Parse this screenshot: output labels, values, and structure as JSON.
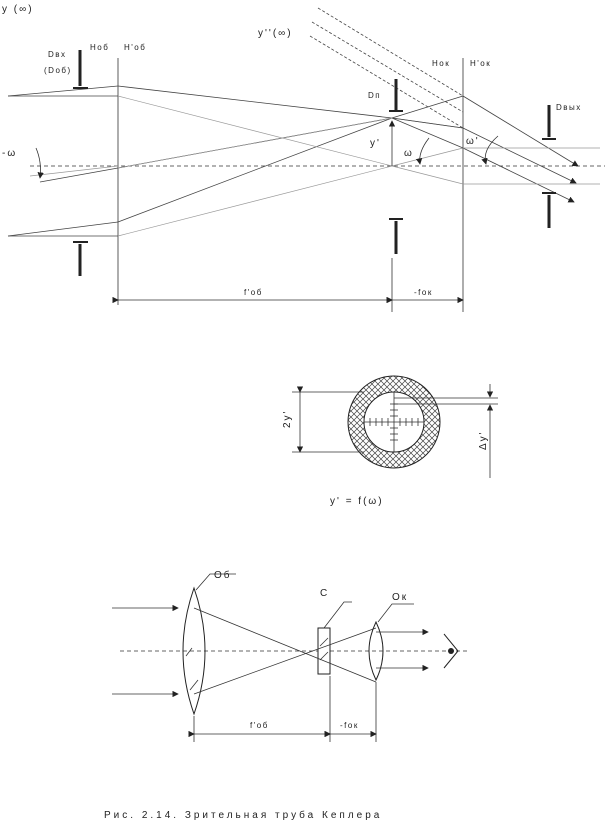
{
  "labels": {
    "y_inf": "y (∞)",
    "yprime_inf": "y''(∞)",
    "d_vkh": "Dвх",
    "d_vkh_paren": "(Dоб)",
    "h_ob": "Hоб",
    "hprime_ob": "H'об",
    "h_ok": "Hок",
    "hprime_ok": "H'ок",
    "d_p": "Dп",
    "d_vykh": "Dвых",
    "y_prime": "y'",
    "neg_omega": "-ω",
    "omega": "ω",
    "omega_prime": "ω'",
    "f_ob": "f'об",
    "neg_f_ok": "-fок",
    "two_y_prime": "2y'",
    "delta_y_prime": "Δy'",
    "scale_formula": "y' = f(ω)",
    "ob": "Об",
    "s": "С",
    "ok": "Ок",
    "f_ob_bottom": "f'об",
    "neg_f_ok_bottom": "-fок",
    "caption": "Рис. 2.14. Зрительная труба Кеплера"
  },
  "colors": {
    "line": "#333333",
    "background": "#ffffff"
  }
}
